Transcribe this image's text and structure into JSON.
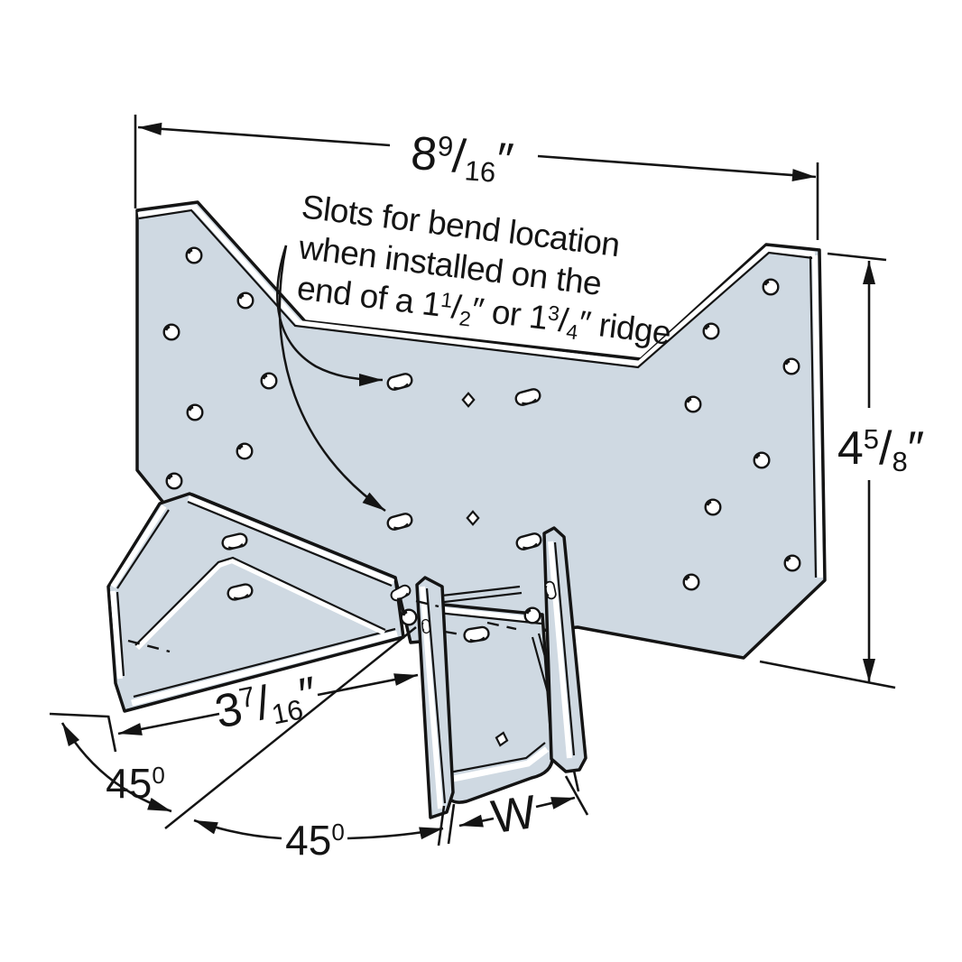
{
  "annotation": {
    "line1": "Slots for bend location",
    "line2": "when installed on the",
    "line3": {
      "pre": "end of a 1",
      "f1_num": "1",
      "f1_slash": "/",
      "f1_den": "2",
      "mid": "″ or 1",
      "f2_num": "3",
      "f2_slash": "/",
      "f2_den": "4",
      "post": "″ ridge"
    }
  },
  "dimensions": {
    "overall_width": {
      "whole": "8",
      "numerator": "9",
      "slash": "/",
      "denominator": "16",
      "unit": "″"
    },
    "overall_height": {
      "whole": "4",
      "numerator": "5",
      "slash": "/",
      "denominator": "8",
      "unit": "″"
    },
    "flange_length": {
      "whole": "3",
      "numerator": "7",
      "slash": "/",
      "denominator": "16",
      "unit": "″"
    },
    "angle_left": {
      "value": "45",
      "degree": "0"
    },
    "angle_bottom": {
      "value": "45",
      "degree": "0"
    },
    "seat_width_label": "W"
  },
  "colors": {
    "steel_fill": "#cfd9e2",
    "line": "#141414",
    "background": "#ffffff"
  }
}
